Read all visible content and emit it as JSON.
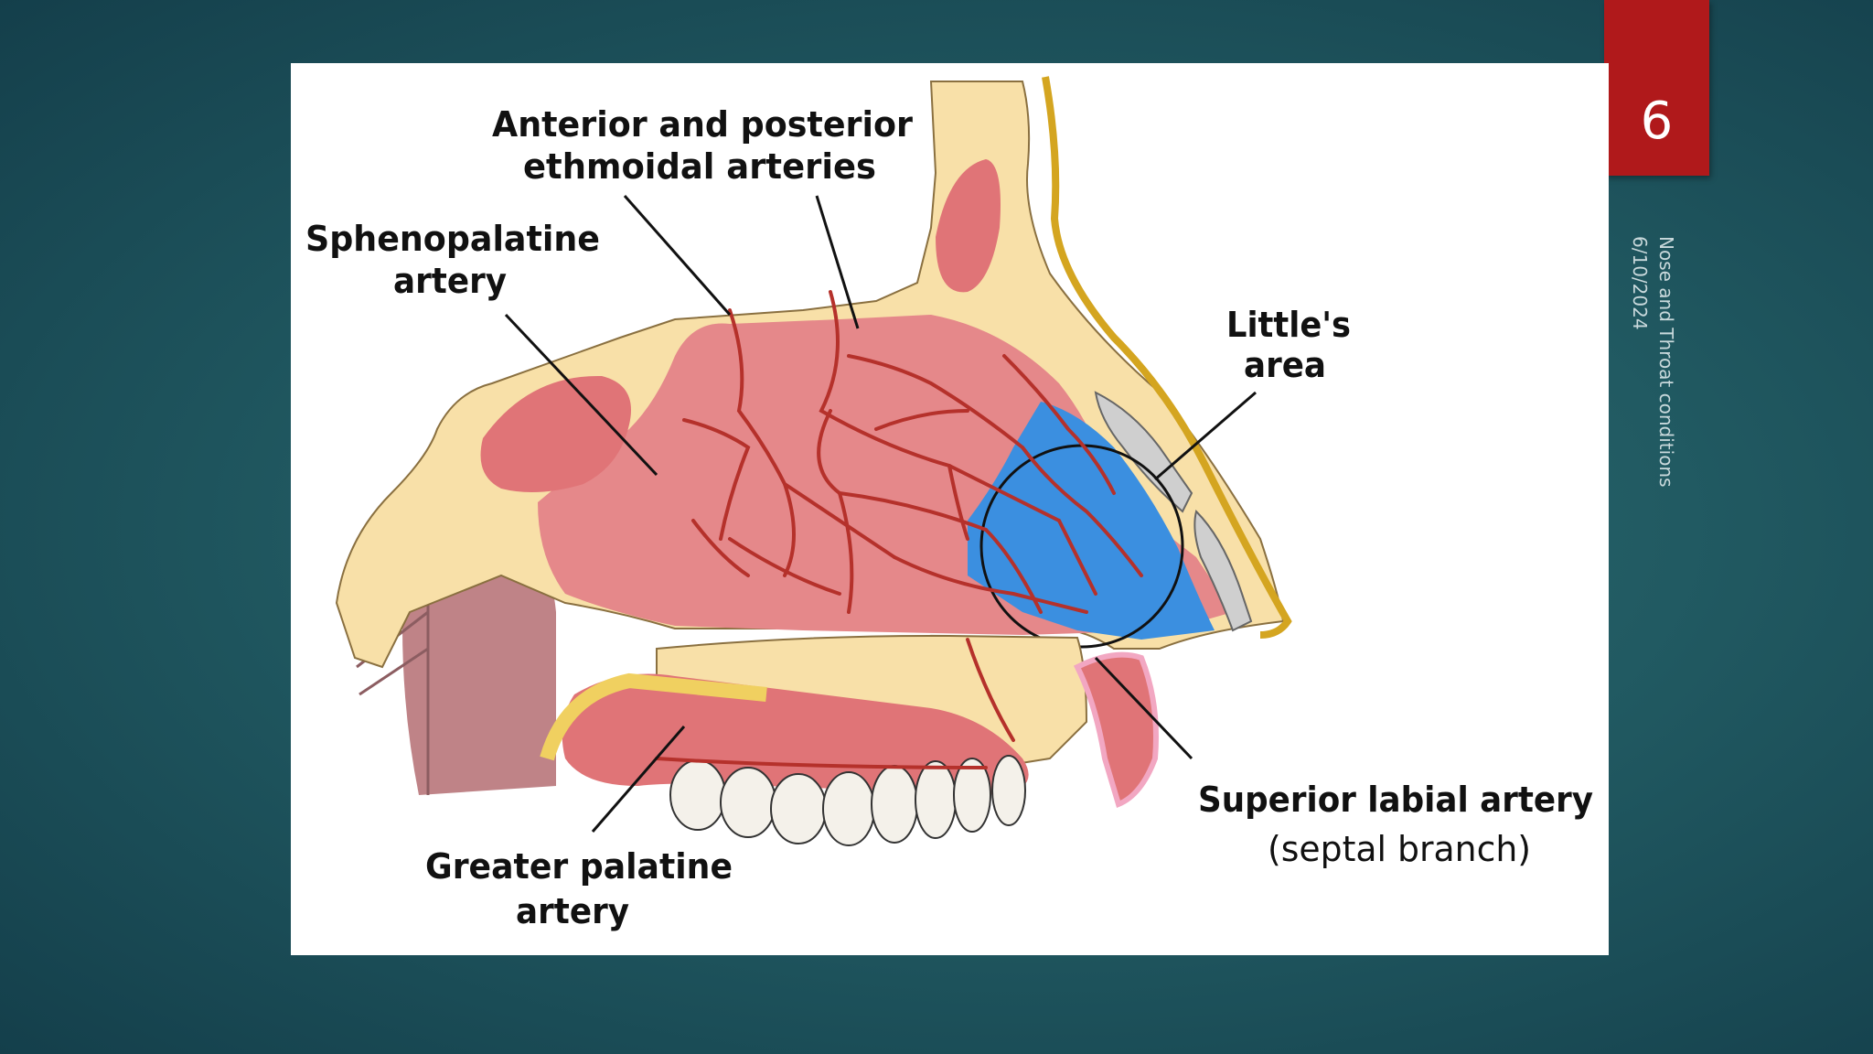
{
  "slide": {
    "number": "6",
    "date": "6/10/2024",
    "footer_title": "Nose and Throat conditions"
  },
  "diagram": {
    "labels": {
      "ethmoidal_line1": "Anterior and posterior",
      "ethmoidal_line2": "ethmoidal arteries",
      "sphenopalatine_line1": "Sphenopalatine",
      "sphenopalatine_line2": "artery",
      "littles_line1": "Little's",
      "littles_line2": "area",
      "superior_labial_line1": "Superior labial artery",
      "superior_labial_line2": "(septal branch)",
      "greater_palatine_line1": "Greater palatine",
      "greater_palatine_line2": "artery"
    },
    "colors": {
      "bone": "#f8e0a8",
      "mucosa": "#e5888a",
      "artery": "#b5312b",
      "littles_area": "#3b8fe0",
      "cartilage": "#cfcfcf",
      "skin_edge": "#d4a520",
      "teeth": "#f4f1ea"
    }
  }
}
